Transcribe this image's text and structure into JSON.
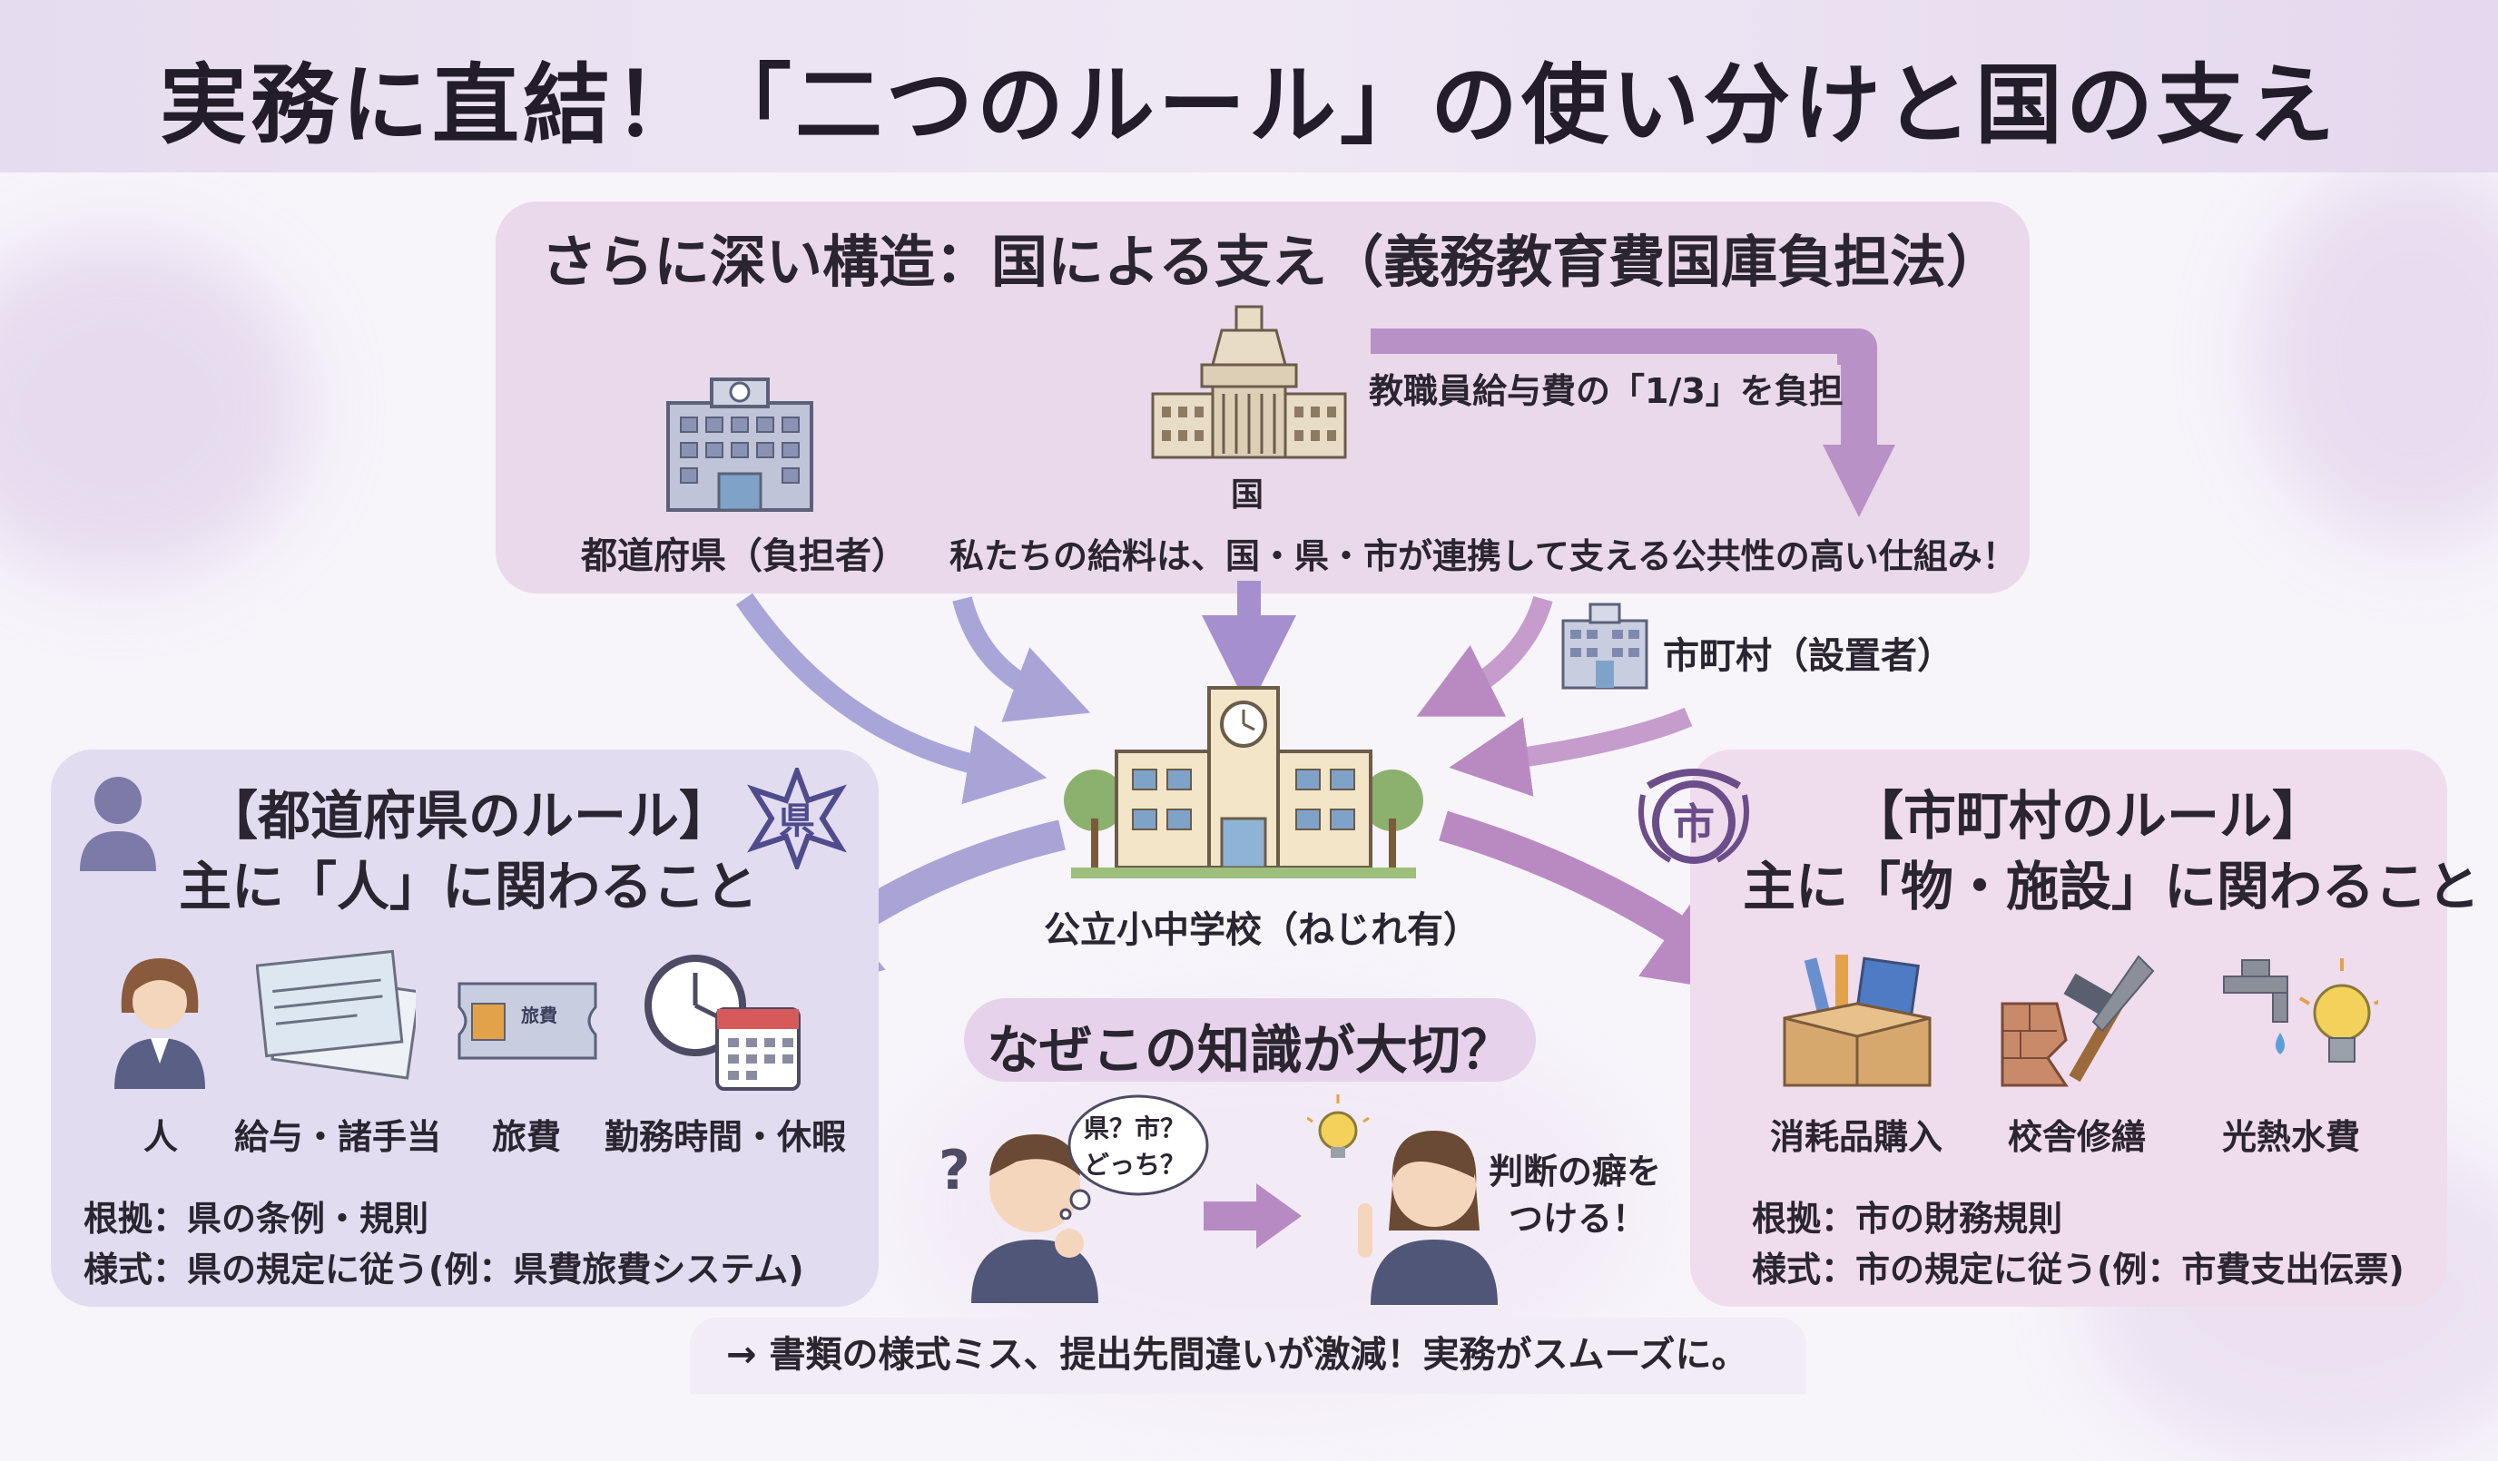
{
  "title": "実務に直結！「二つのルール」の使い分けと国の支え",
  "top": {
    "heading": "さらに深い構造：国による支え（義務教育費国庫負担法）",
    "prefecture_label": "都道府県（負担者）",
    "country_label": "国",
    "burden_note": "教職員給与費の「1/3」を負担",
    "summary": "私たちの給料は、国・県・市が連携して支える公共性の高い仕組み！"
  },
  "municipality_label": "市町村（設置者）",
  "school_label": "公立小中学校（ねじれ有）",
  "left": {
    "heading": "【都道府県のルール】",
    "subheading": "主に「人」に関わること",
    "seal_text": "県",
    "items": [
      "人",
      "給与・諸手当",
      "旅費",
      "勤務時間・休暇"
    ],
    "travel_ticket_text": "旅費",
    "basis": "根拠：県の条例・規則",
    "format": "様式：県の規定に従う(例：県費旅費システム)"
  },
  "right": {
    "heading": "【市町村のルール】",
    "subheading": "主に「物・施設」に関わること",
    "seal_text": "市",
    "items": [
      "消耗品購入",
      "校舎修繕",
      "光熱水費"
    ],
    "basis": "根拠：市の財務規則",
    "format": "様式：市の規定に従う(例：市費支出伝票)"
  },
  "why": {
    "heading": "なぜこの知識が大切？",
    "thought": [
      "県？市？",
      "どっち？"
    ],
    "habit": [
      "判断の癖を",
      "つける！"
    ]
  },
  "footer": "→ 書類の様式ミス、提出先間違いが激減！実務がスムーズに。",
  "colors": {
    "top_box": "#ead9ea",
    "left_box": "#e1dcf0",
    "right_box": "#efdcec",
    "left_arrow": "#a9a3d6",
    "right_arrow": "#b98ac2"
  }
}
